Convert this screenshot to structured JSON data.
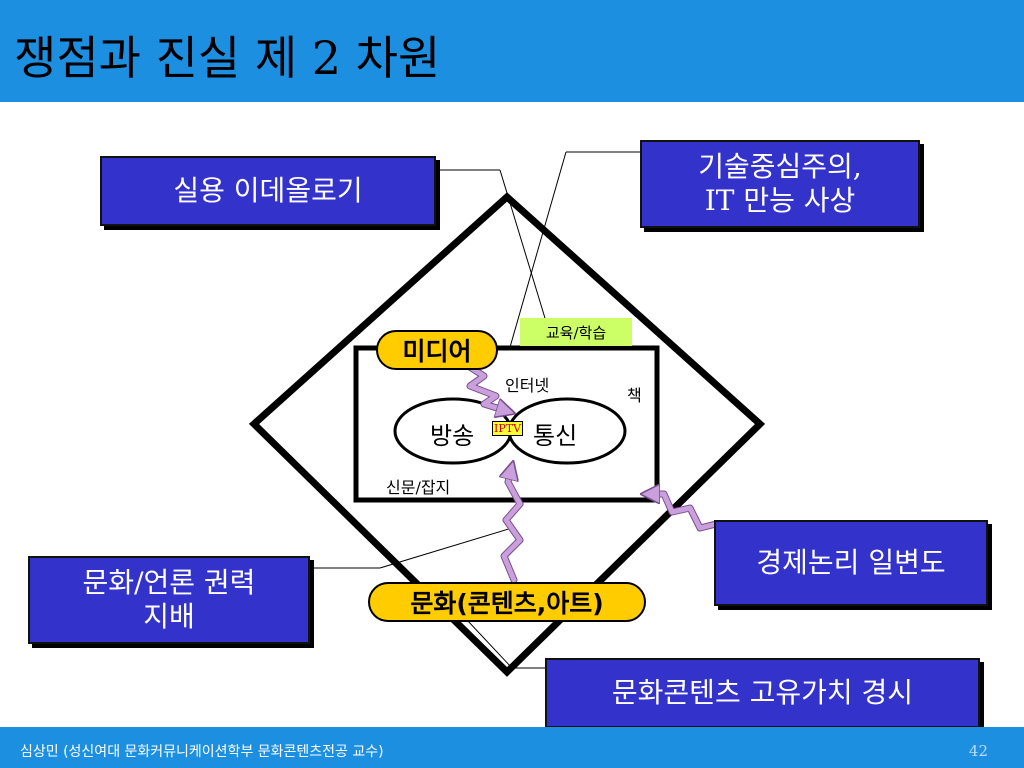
{
  "slide": {
    "title": "쟁점과 진실 제 2 차원",
    "footer": "심상민 (성신여대 문화커뮤니케이션학부 문화콘텐츠전공 교수)",
    "page_number": "42"
  },
  "diagram": {
    "boxes": {
      "practical_ideology": "실용 이데올로기",
      "tech_centrism": "기술중심주의,\nIT 만능 사상",
      "culture_power": "문화/언론 권력\n지배",
      "economic_logic": "경제논리 일변도",
      "content_value": "문화콘텐츠 고유가치 경시"
    },
    "nodes": {
      "media": "미디어",
      "culture": "문화(콘텐츠,아트)",
      "education": "교육/학습",
      "internet": "인터넷",
      "book": "책",
      "broadcasting": "방송",
      "iptv": "IPTV",
      "telecom": "통신",
      "newspaper": "신문/잡지"
    },
    "colors": {
      "header": "#1d8fe0",
      "box": "#3333cc",
      "pill": "#ffcc00",
      "education": "#ccff66",
      "arrow": "#c9a0dc",
      "iptv": "#ffff33"
    }
  }
}
